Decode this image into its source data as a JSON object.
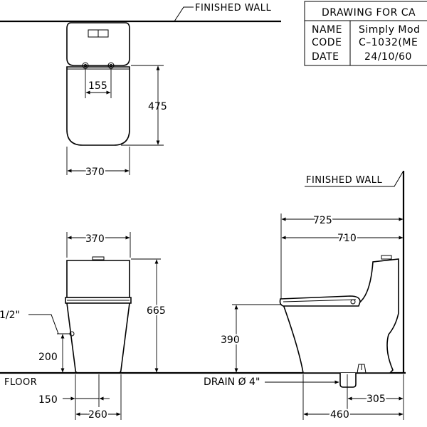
{
  "labels": {
    "finished_wall_top": "FINISHED WALL",
    "finished_wall_side": "FINISHED WALL",
    "floor": "FLOOR",
    "drain": "DRAIN Ø 4\"",
    "inlet": "1/2\""
  },
  "title_block": {
    "title": "DRAWING FOR CA",
    "rows": [
      {
        "key": "NAME",
        "value": "Simply Mod"
      },
      {
        "key": "CODE",
        "value": "C–1032(ME"
      },
      {
        "key": "DATE",
        "value": "24/10/60"
      }
    ]
  },
  "dimensions": {
    "top_flush_spacing": "155",
    "top_depth": "475",
    "top_width": "370",
    "front_width": "370",
    "front_height": "665",
    "front_inlet_height": "200",
    "front_inlet_offset": "150",
    "front_base_width": "260",
    "side_overall": "725",
    "side_seat": "710",
    "side_seat_height": "390",
    "side_drain_offset": "305",
    "side_base": "460"
  }
}
